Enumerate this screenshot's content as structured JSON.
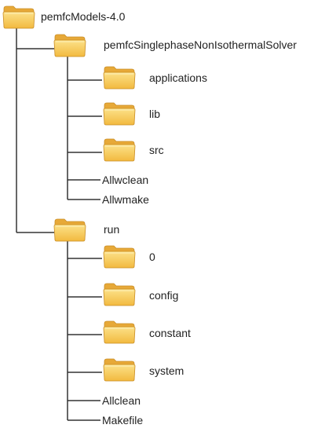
{
  "colors": {
    "folder_front_top": "#fce28a",
    "folder_front_bottom": "#f2b93f",
    "folder_back": "#e7a938",
    "folder_outline": "#c98d25",
    "tree_line": "#333333",
    "text": "#222222"
  },
  "icon": "folder-icon",
  "tree": {
    "root": {
      "label": "pemfcModels-4.0",
      "solver": {
        "label": "pemfcSinglephaseNonIsothermalSolver",
        "folders": [
          "applications",
          "lib",
          "src"
        ],
        "files": [
          "Allwclean",
          "Allwmake"
        ]
      },
      "run": {
        "label": "run",
        "folders": [
          "0",
          "config",
          "constant",
          "system"
        ],
        "files": [
          "Allclean",
          "Makefile"
        ]
      }
    }
  }
}
